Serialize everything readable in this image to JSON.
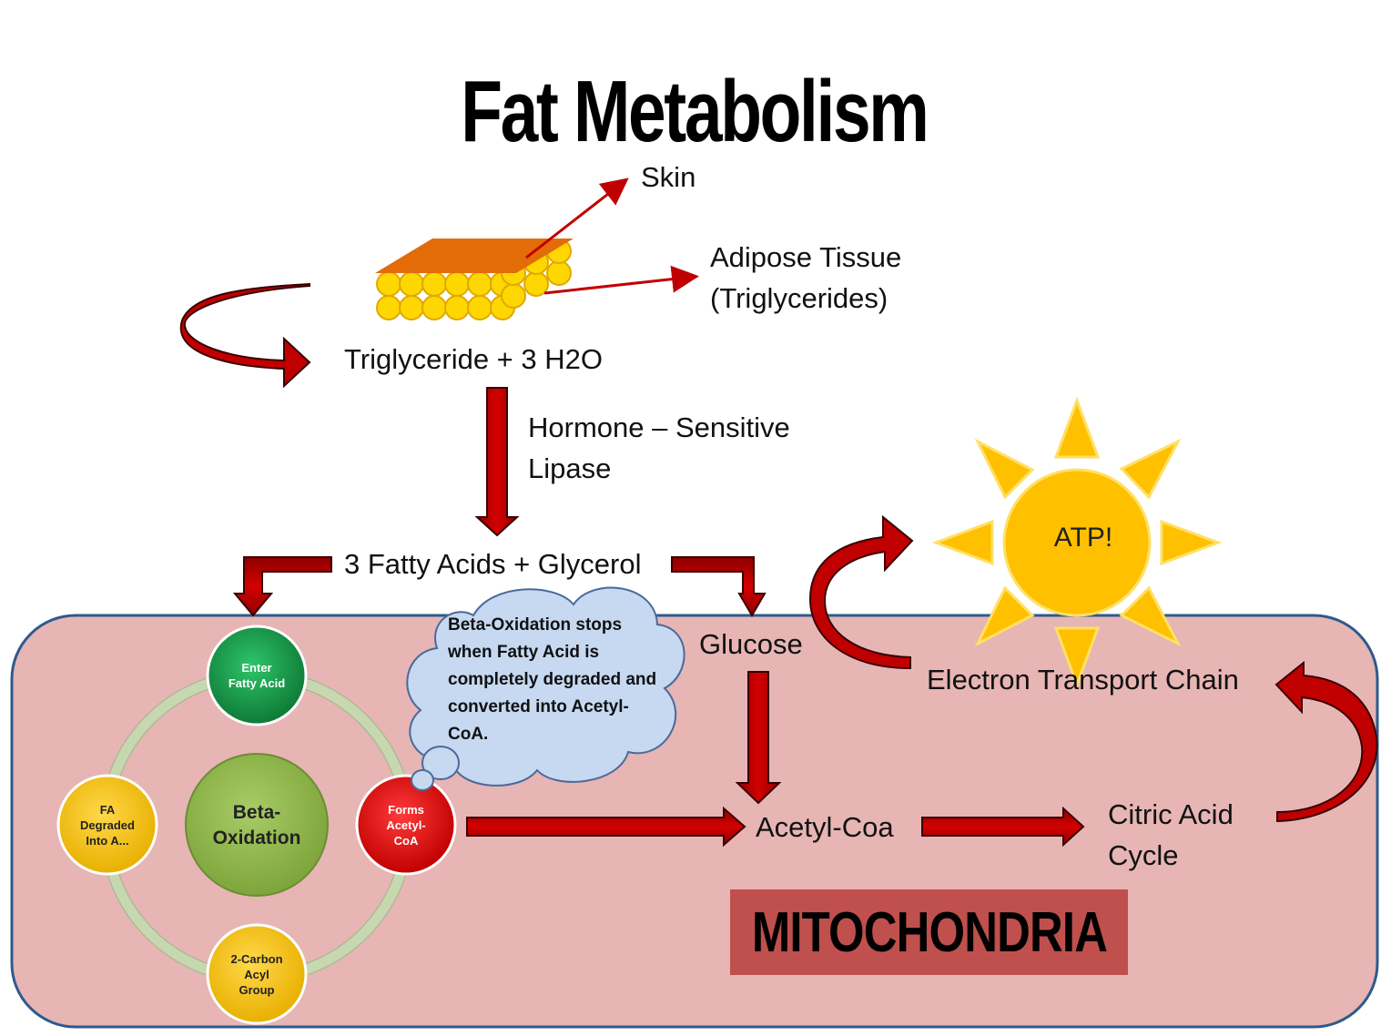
{
  "title": "Fat Metabolism",
  "labels": {
    "skin": "Skin",
    "adipose_line1": "Adipose Tissue",
    "adipose_line2": "(Triglycerides)",
    "triglyceride": "Triglyceride + 3 H2O",
    "hormone_line1": "Hormone – Sensitive",
    "hormone_line2": "Lipase",
    "fatty_acids": "3 Fatty Acids + Glycerol",
    "glucose": "Glucose",
    "acetyl_coa": "Acetyl-Coa",
    "citric_line1": "Citric Acid",
    "citric_line2": "Cycle",
    "etc": "Electron Transport Chain",
    "atp": "ATP!",
    "mitochondria": "MITOCHONDRIA"
  },
  "beta_cycle": {
    "center_line1": "Beta-",
    "center_line2": "Oxidation",
    "nodes": [
      {
        "line1": "Enter",
        "line2": "Fatty Acid",
        "line3": "",
        "color": "#1a9a4a"
      },
      {
        "line1": "Forms",
        "line2": "Acetyl-",
        "line3": "CoA",
        "color": "#e01010"
      },
      {
        "line1": "2-Carbon",
        "line2": "Acyl",
        "line3": "Group",
        "color": "#f2c200"
      },
      {
        "line1": "FA",
        "line2": "Degraded",
        "line3": "Into A...",
        "color": "#f2c200"
      }
    ]
  },
  "thought_bubble": "Beta-Oxidation stops when Fatty Acid is completely degraded and converted into Acetyl-CoA.",
  "colors": {
    "arrow_fill": "#c00000",
    "arrow_stroke": "#3a0000",
    "mitochondria_bg": "#e6b5b4",
    "mitochondria_border": "#2e5a8c",
    "sun_fill": "#ffc000",
    "sun_ray": "#ffd200",
    "fat_cells": "#ffd700",
    "skin_layer": "#e36c09",
    "thought_fill": "#c6d9f1"
  }
}
